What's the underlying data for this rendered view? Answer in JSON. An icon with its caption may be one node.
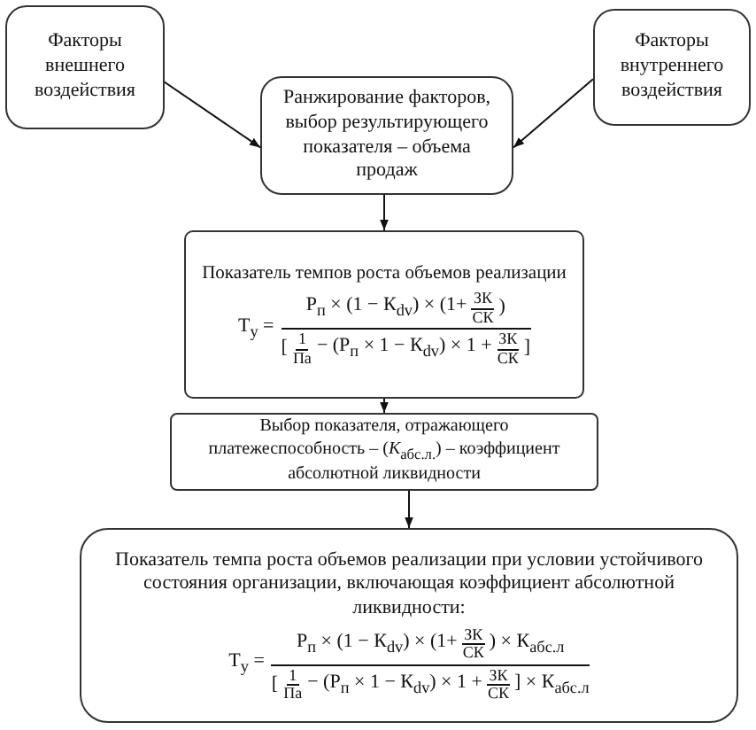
{
  "diagram": {
    "nodes": [
      {
        "text": [
          "Факторы внешнего воздействия"
        ]
      },
      {
        "text": [
          "Факторы внутреннего воздействия"
        ]
      },
      {
        "text": [
          "Ранжирование факторов, выбор результирующего показателя – объема продаж"
        ]
      },
      {
        "text": [
          "Показатель темпов роста объемов реализации",
          "Т$_{у}$ =",
          "Р$_{п}$ × (1 − К$_{dv}$) × (1+",
          "ЗК",
          "СК",
          ")",
          "[",
          "1",
          "Па",
          "− (Р$_{п}$ × 1 − К$_{dv}$) × 1 +",
          "ЗК",
          "СК",
          "]"
        ]
      },
      {
        "text": [
          "Выбор показателя, отражающего платежеспособность – (*К*$_{абс.л.}$) – коэффициент абсолютной ликвидности"
        ]
      },
      {
        "text": [
          "Показатель темпа роста объемов реализации при условии устойчивого состояния организации, включающая коэффициент абсолютной ликвидности:",
          "Т$_{у}$ =",
          "Р$_{п}$ × (1 − К$_{dv}$) × (1+",
          "ЗК",
          "СК",
          ") × К$_{абс.л}$",
          "[",
          "1",
          "Па",
          "− (Р$_{п}$ × 1 − К$_{dv}$) × 1 +",
          "ЗК",
          "СК",
          "] × К$_{абс.л}$"
        ]
      }
    ],
    "edges": [
      {
        "from": 0,
        "to": 2,
        "arrow": "to"
      },
      {
        "from": 1,
        "to": 2,
        "arrow": "to"
      },
      {
        "from": 2,
        "to": 3,
        "arrow": "to"
      },
      {
        "from": 3,
        "to": 4,
        "arrow": "to"
      },
      {
        "from": 4,
        "to": 5,
        "arrow": "to"
      }
    ]
  }
}
